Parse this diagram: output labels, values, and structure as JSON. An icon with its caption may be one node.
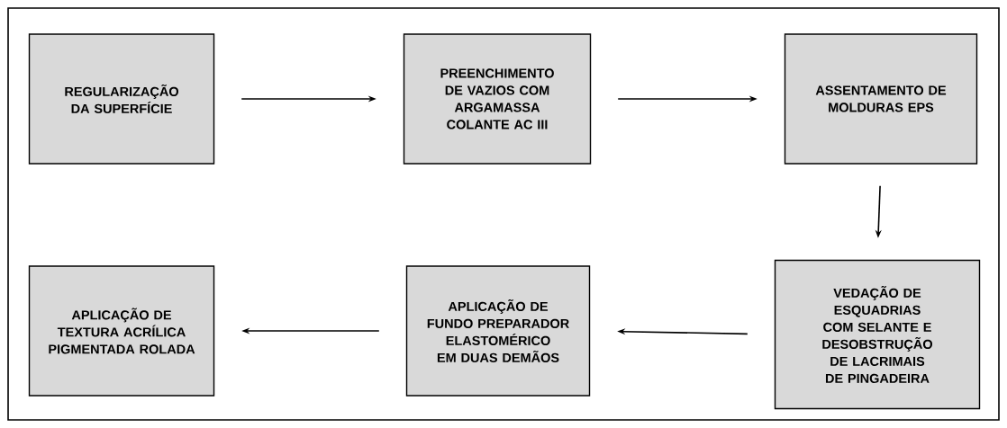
{
  "diagram": {
    "nodes": [
      {
        "text": [
          "REGULARIZAÇÃO DA SUPERFÍCIE"
        ]
      },
      {
        "text": [
          "PREENCHIMENTO DE VAZIOS COM ARGAMASSA COLANTE AC III"
        ]
      },
      {
        "text": [
          "ASSENTAMENTO DE MOLDURAS EPS"
        ]
      },
      {
        "text": [
          "VEDAÇÃO DE ESQUADRIAS COM SELANTE E DESOBSTRUÇÃO DE LACRIMAIS DE PINGADEIRA"
        ]
      },
      {
        "text": [
          "APLICAÇÃO DE FUNDO PREPARADOR ELASTOMÉRICO EM DUAS DEMÃOS"
        ]
      },
      {
        "text": [
          "APLICAÇÃO DE TEXTURA ACRÍLICA PIGMENTADA ROLADA"
        ]
      }
    ],
    "edges": [
      {
        "from": 0,
        "to": 1,
        "arrow": "to"
      },
      {
        "from": 1,
        "to": 2,
        "arrow": "to"
      },
      {
        "from": 2,
        "to": 3,
        "arrow": "to"
      },
      {
        "from": 3,
        "to": 4,
        "arrow": "to"
      },
      {
        "from": 4,
        "to": 5,
        "arrow": "to"
      }
    ]
  }
}
